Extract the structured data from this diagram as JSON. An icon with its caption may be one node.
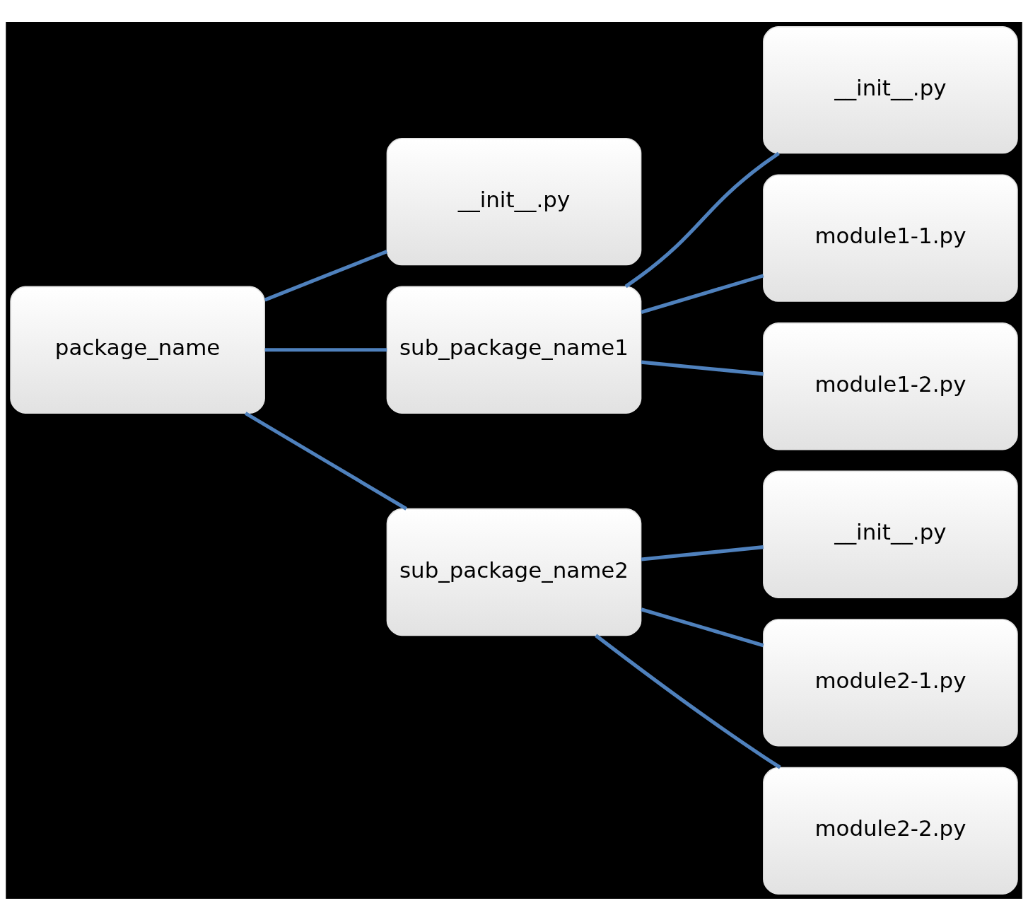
{
  "diagram": {
    "nodes": [
      {
        "text": [
          "package_name"
        ]
      },
      {
        "text": [
          "__init__.py"
        ]
      },
      {
        "text": [
          "sub_package_name1"
        ]
      },
      {
        "text": [
          "__init__.py"
        ]
      },
      {
        "text": [
          "module1-1.py"
        ]
      },
      {
        "text": [
          "module1-2.py"
        ]
      },
      {
        "text": [
          "sub_package_name2"
        ]
      },
      {
        "text": [
          "__init__.py"
        ]
      },
      {
        "text": [
          "module2-1.py"
        ]
      },
      {
        "text": [
          "module2-2.py"
        ]
      }
    ],
    "edges": [
      {
        "from": 0,
        "to": 1,
        "arrow": "none"
      },
      {
        "from": 0,
        "to": 2,
        "arrow": "none"
      },
      {
        "from": 0,
        "to": 6,
        "arrow": "none"
      },
      {
        "from": 2,
        "to": 3,
        "arrow": "none"
      },
      {
        "from": 2,
        "to": 4,
        "arrow": "none"
      },
      {
        "from": 2,
        "to": 5,
        "arrow": "none"
      },
      {
        "from": 6,
        "to": 7,
        "arrow": "none"
      },
      {
        "from": 6,
        "to": 8,
        "arrow": "none"
      },
      {
        "from": 6,
        "to": 9,
        "arrow": "none"
      }
    ]
  }
}
